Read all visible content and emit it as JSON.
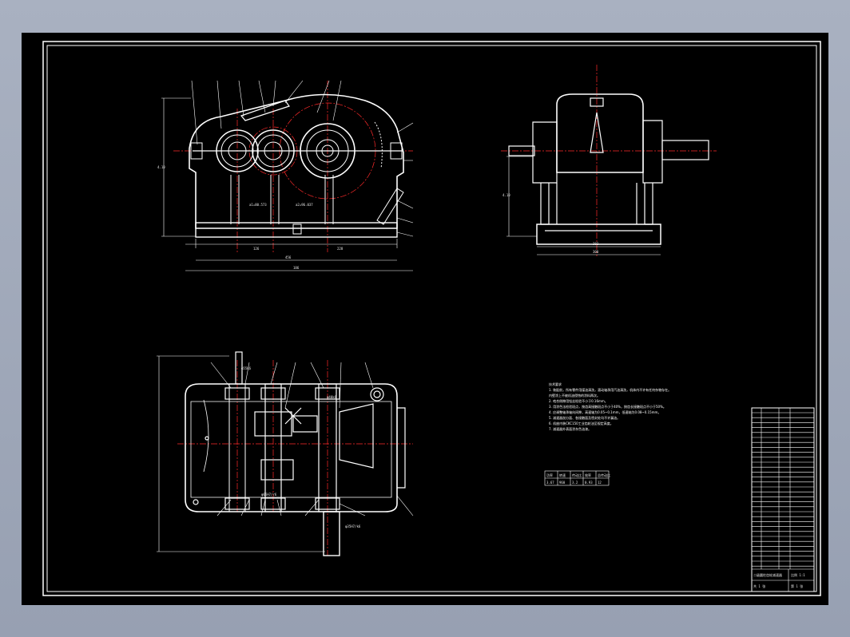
{
  "notes": {
    "title": "技术要求",
    "lines": [
      "1. 装配前，所有零件用煤油清洗，滚动轴承用汽油清洗，机体内不许有任何杂物存在。",
      "   内壁涂上不被机油侵蚀的涂料两次。",
      "2. 啮合侧隙用铅丝检验不小于0.16mm。",
      "3. 用涂色法检验斑点，按齿高接触斑点不小于40%，按齿长接触斑点不小于50%。",
      "4. 应调整轴承轴向间隙，高速轴为0.05~0.1mm，低速轴为0.08~0.15mm。",
      "5. 减速器剖分面、各接触面及密封处均不许漏油。",
      "6. 机座内装CKC150工业齿轮油至规定高度。",
      "7. 减速器外表面涂灰色油漆。"
    ]
  },
  "spec_table": {
    "headers": [
      "功率",
      "转速",
      "传动比",
      "效率",
      "总传动比"
    ],
    "values": [
      "3.67",
      "960",
      "3.2",
      "0.93",
      "12"
    ]
  },
  "front_view": {
    "dims": [
      "a1=80.573",
      "a2=96.037",
      "456",
      "126",
      "228",
      "186",
      "4.10"
    ]
  },
  "side_view": {
    "dims": [
      "282",
      "300",
      "4.10"
    ]
  },
  "top_view": {
    "labels": [
      "φ55k6",
      "φ40k6",
      "φ65H7/r6",
      "φ35H7/k6"
    ]
  },
  "title_block": {
    "rows": [
      "二级圆柱齿轮减速器",
      "比例 1:1",
      "共 1 张",
      "第 1 张"
    ]
  },
  "colors": {
    "line": "#ffffff",
    "center": "#ff2a2a",
    "bg": "#000000",
    "frame": "#ffffff"
  }
}
